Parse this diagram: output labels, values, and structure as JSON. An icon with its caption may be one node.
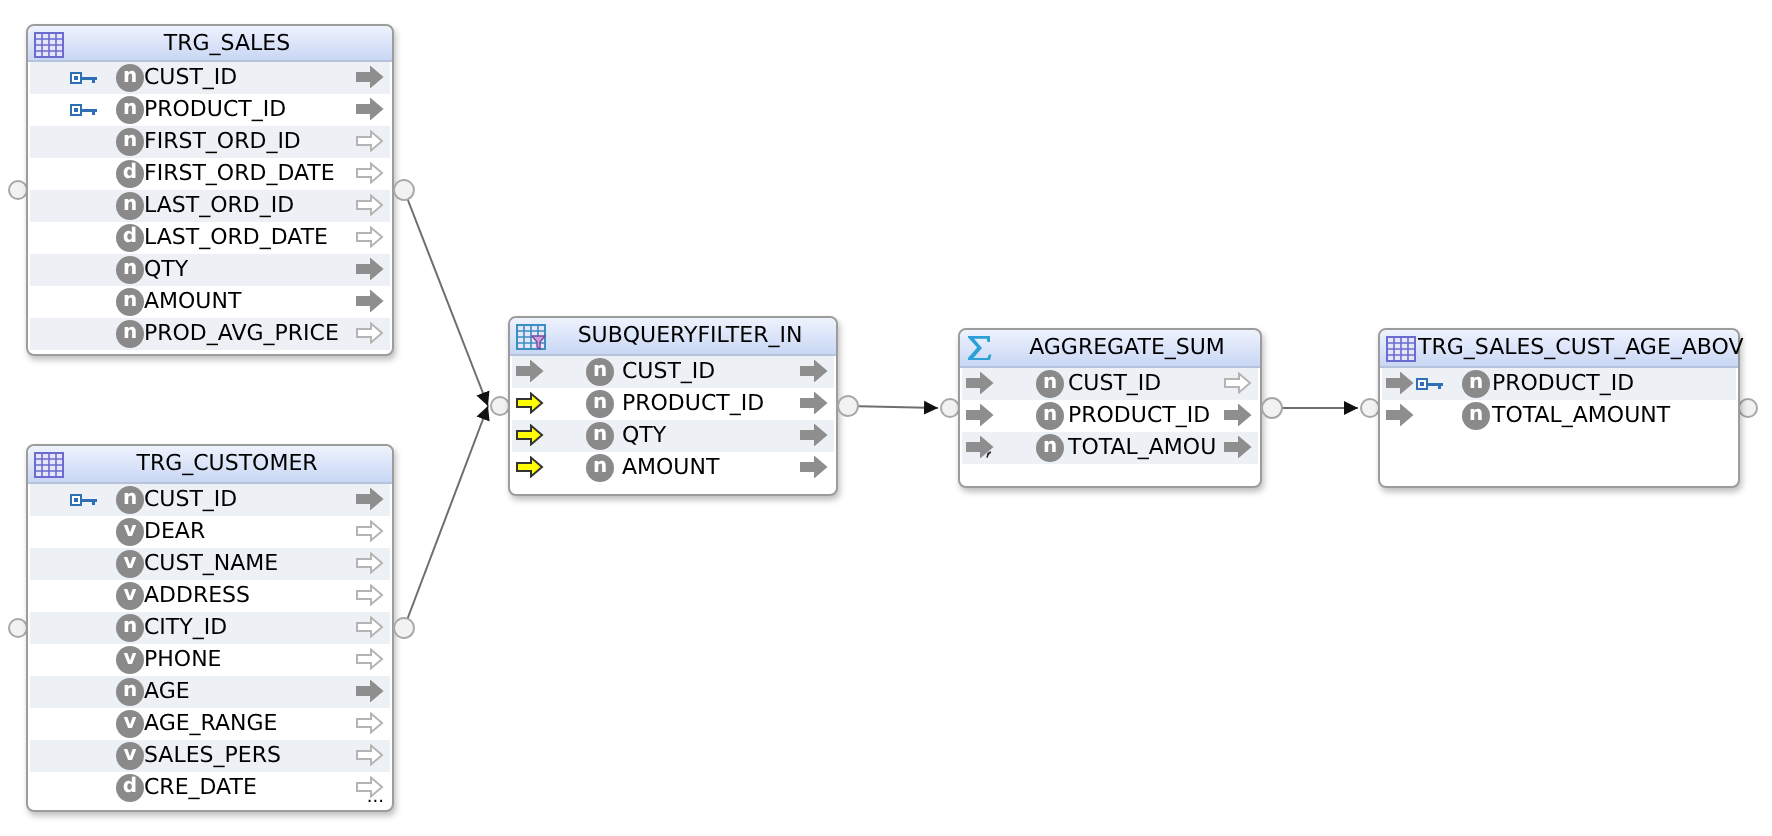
{
  "diagram": {
    "nodes": [
      {
        "text": [
          "TRG_SALES"
        ]
      },
      {
        "text": [
          "n",
          "CUST_ID"
        ],
        "in": 0
      },
      {
        "text": [
          "n",
          "PRODUCT_ID"
        ],
        "in": 0
      },
      {
        "text": [
          "n",
          "FIRST_ORD_ID"
        ],
        "in": 0
      },
      {
        "text": [
          "d",
          "FIRST_ORD_DATE"
        ],
        "in": 0
      },
      {
        "text": [
          "n",
          "LAST_ORD_ID"
        ],
        "in": 0
      },
      {
        "text": [
          "d",
          "LAST_ORD_DATE"
        ],
        "in": 0
      },
      {
        "text": [
          "n",
          "QTY"
        ],
        "in": 0
      },
      {
        "text": [
          "n",
          "AMOUNT"
        ],
        "in": 0
      },
      {
        "text": [
          "n",
          "PROD_AVG_PRICE"
        ],
        "in": 0
      },
      {
        "text": [
          "TRG_CUSTOMER"
        ]
      },
      {
        "text": [
          "n",
          "CUST_ID"
        ],
        "in": 10
      },
      {
        "text": [
          "v",
          "DEAR"
        ],
        "in": 10
      },
      {
        "text": [
          "v",
          "CUST_NAME"
        ],
        "in": 10
      },
      {
        "text": [
          "v",
          "ADDRESS"
        ],
        "in": 10
      },
      {
        "text": [
          "n",
          "CITY_ID"
        ],
        "in": 10
      },
      {
        "text": [
          "v",
          "PHONE"
        ],
        "in": 10
      },
      {
        "text": [
          "n",
          "AGE"
        ],
        "in": 10
      },
      {
        "text": [
          "v",
          "AGE_RANGE"
        ],
        "in": 10
      },
      {
        "text": [
          "v",
          "SALES_PERS"
        ],
        "in": 10
      },
      {
        "text": [
          "d",
          "CRE_DATE"
        ],
        "in": 10
      },
      {
        "text": [
          "SUBQUERYFILTER_IN"
        ]
      },
      {
        "text": [
          "n",
          "CUST_ID"
        ],
        "in": 21
      },
      {
        "text": [
          "n",
          "PRODUCT_ID"
        ],
        "in": 21
      },
      {
        "text": [
          "n",
          "QTY"
        ],
        "in": 21
      },
      {
        "text": [
          "n",
          "AMOUNT"
        ],
        "in": 21
      },
      {
        "text": [
          "AGGREGATE_SUM"
        ]
      },
      {
        "text": [
          "n",
          "CUST_ID"
        ],
        "in": 26
      },
      {
        "text": [
          "n",
          "PRODUCT_ID"
        ],
        "in": 26
      },
      {
        "text": [
          "n",
          "TOTAL_AMOU"
        ],
        "in": 26
      },
      {
        "text": [
          "TRG_SALES_CUST_AGE_ABOV"
        ]
      },
      {
        "text": [
          "n",
          "PRODUCT_ID"
        ],
        "in": 30
      },
      {
        "text": [
          "n",
          "TOTAL_AMOUNT"
        ],
        "in": 30
      }
    ],
    "edges": [
      {
        "from": 0,
        "to": 21,
        "arrow": "to"
      },
      {
        "from": 10,
        "to": 21,
        "arrow": "to"
      },
      {
        "from": 21,
        "to": 26,
        "arrow": "to"
      },
      {
        "from": 26,
        "to": 30,
        "arrow": "to"
      }
    ],
    "labels": [
      "..."
    ]
  }
}
